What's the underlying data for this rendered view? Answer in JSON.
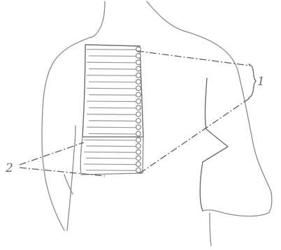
{
  "figure": {
    "callouts": [
      {
        "id": "1",
        "text": "1"
      },
      {
        "id": "2",
        "text": "2"
      }
    ],
    "colors": {
      "line": "#8a8a8a",
      "button": "#7a7a7a",
      "label": "#6a6a6a"
    },
    "upper_zone_folds": 14,
    "lower_zone_folds": 6
  }
}
